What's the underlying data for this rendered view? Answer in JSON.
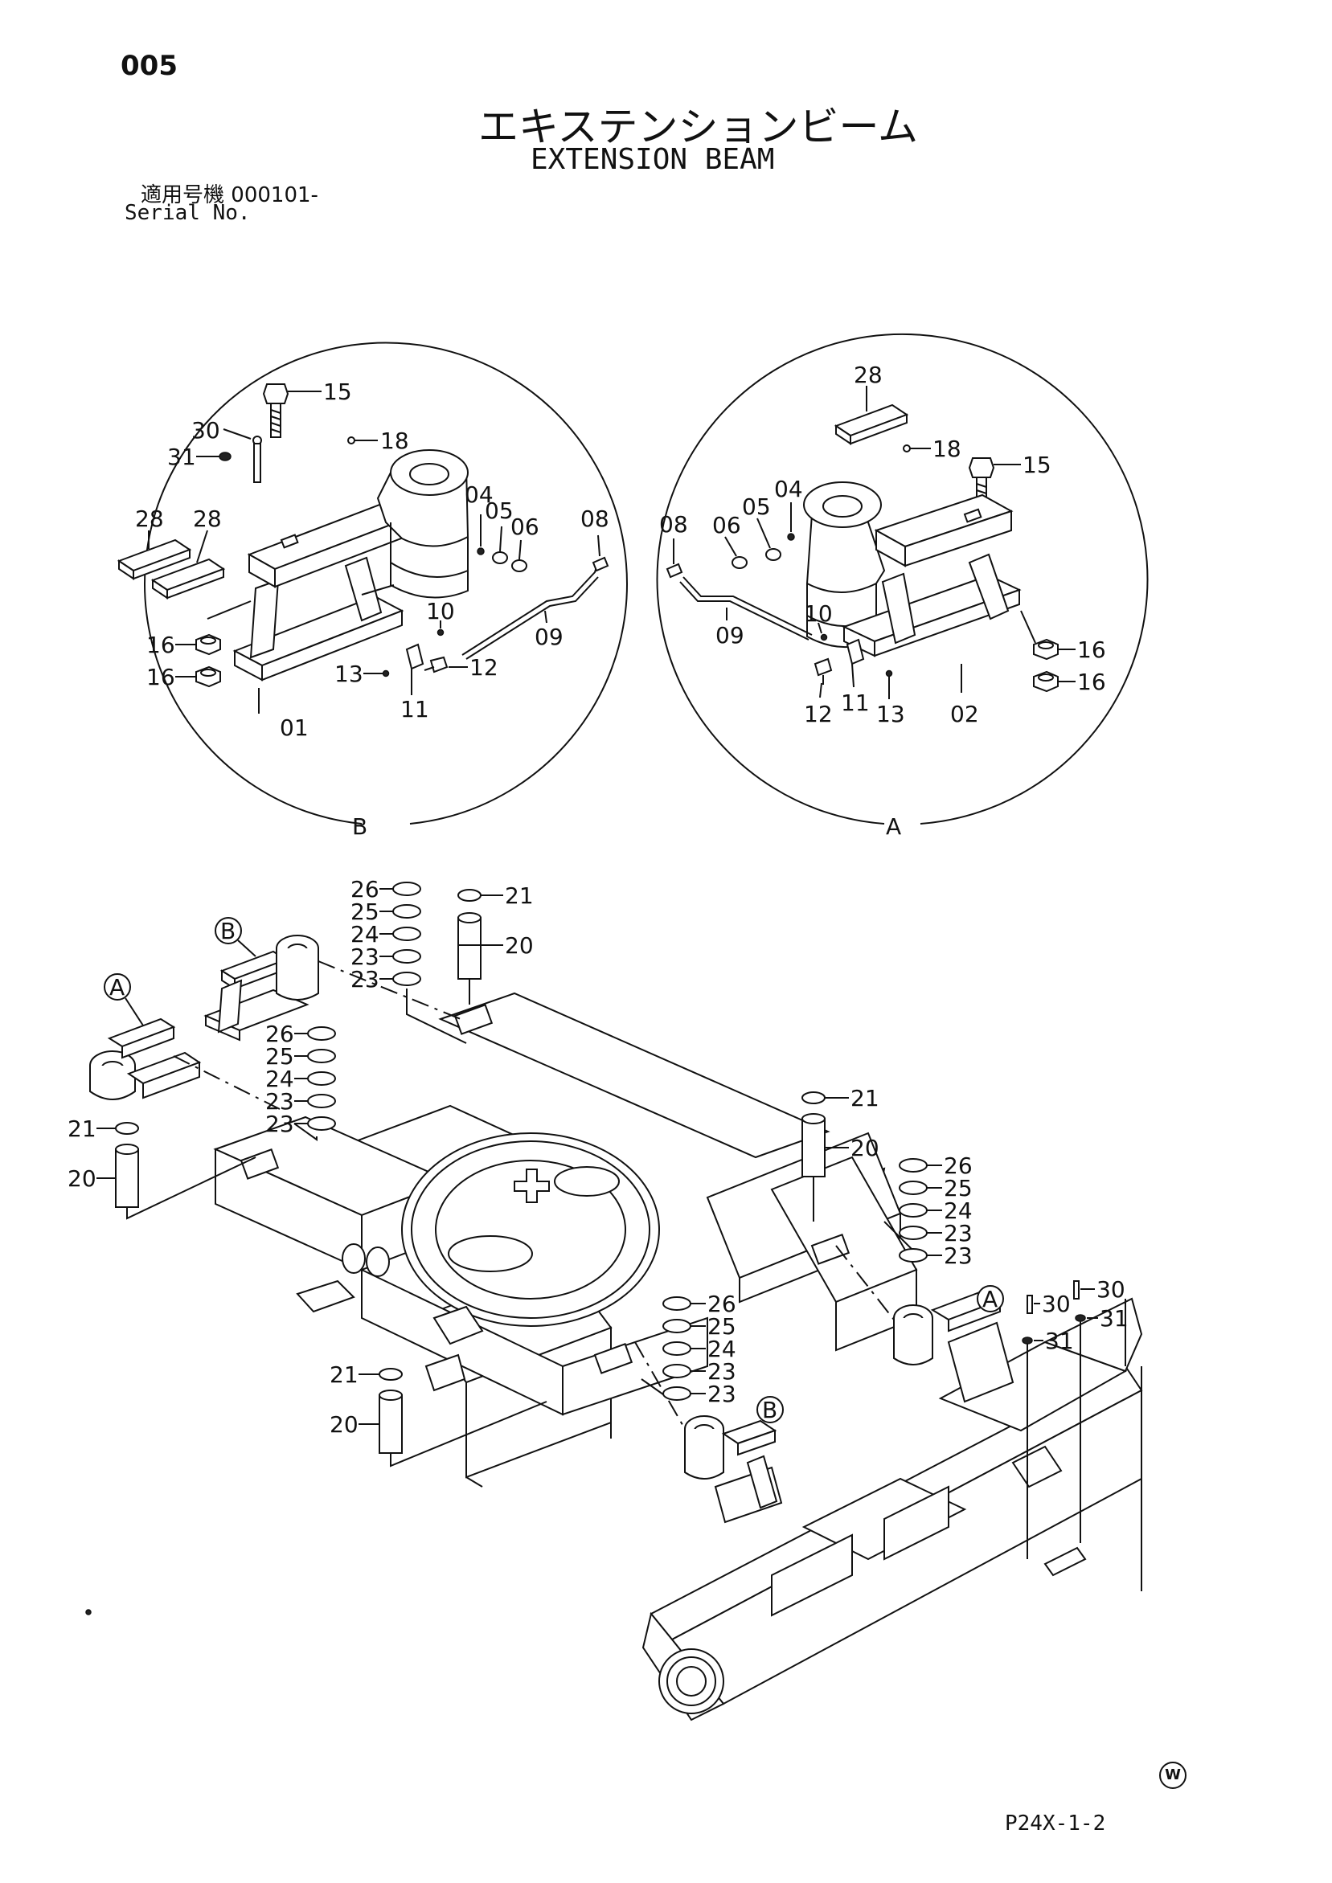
{
  "header": {
    "page_number": "005",
    "title_jp": "エキステンションビーム",
    "title_en": "EXTENSION BEAM",
    "serial_label_jp": "適用号機",
    "serial_value": "000101-",
    "serial_label_en": "Serial No."
  },
  "footer": {
    "page_code": "P24X-1-2",
    "mark": "W"
  },
  "views": {
    "view_b_label": "B",
    "view_a_label": "A"
  },
  "callouts": {
    "view_b": {
      "c15": "15",
      "c30": "30",
      "c31": "31",
      "c18": "18",
      "c28a": "28",
      "c28b": "28",
      "c04": "04",
      "c05": "05",
      "c06": "06",
      "c08": "08",
      "c10": "10",
      "c09": "09",
      "c16a": "16",
      "c16b": "16",
      "c13": "13",
      "c12": "12",
      "c11": "11",
      "c01": "01"
    },
    "view_a": {
      "c28": "28",
      "c18": "18",
      "c15": "15",
      "c04": "04",
      "c05": "05",
      "c06": "06",
      "c08": "08",
      "c10": "10",
      "c09": "09",
      "c16a": "16",
      "c16b": "16",
      "c12": "12",
      "c11": "11",
      "c13": "13",
      "c02": "02"
    },
    "main": {
      "s1": {
        "c26": "26",
        "c25": "25",
        "c24": "24",
        "c23a": "23",
        "c23b": "23"
      },
      "p1": {
        "c21": "21",
        "c20": "20"
      },
      "s2": {
        "c26": "26",
        "c25": "25",
        "c24": "24",
        "c23a": "23",
        "c23b": "23"
      },
      "p2": {
        "c21": "21",
        "c20": "20"
      },
      "p3": {
        "c21": "21",
        "c20": "20"
      },
      "s3": {
        "c26": "26",
        "c25": "25",
        "c24": "24",
        "c23a": "23",
        "c23b": "23"
      },
      "s4": {
        "c26": "26",
        "c25": "25",
        "c24": "24",
        "c23a": "23",
        "c23b": "23"
      },
      "p4": {
        "c21": "21",
        "c20": "20"
      },
      "pins": {
        "c30a": "30",
        "c30b": "30",
        "c31a": "31",
        "c31b": "31"
      },
      "refs": {
        "ref_b1": "B",
        "ref_a1": "A",
        "ref_a2": "A",
        "ref_b2": "B"
      }
    }
  }
}
